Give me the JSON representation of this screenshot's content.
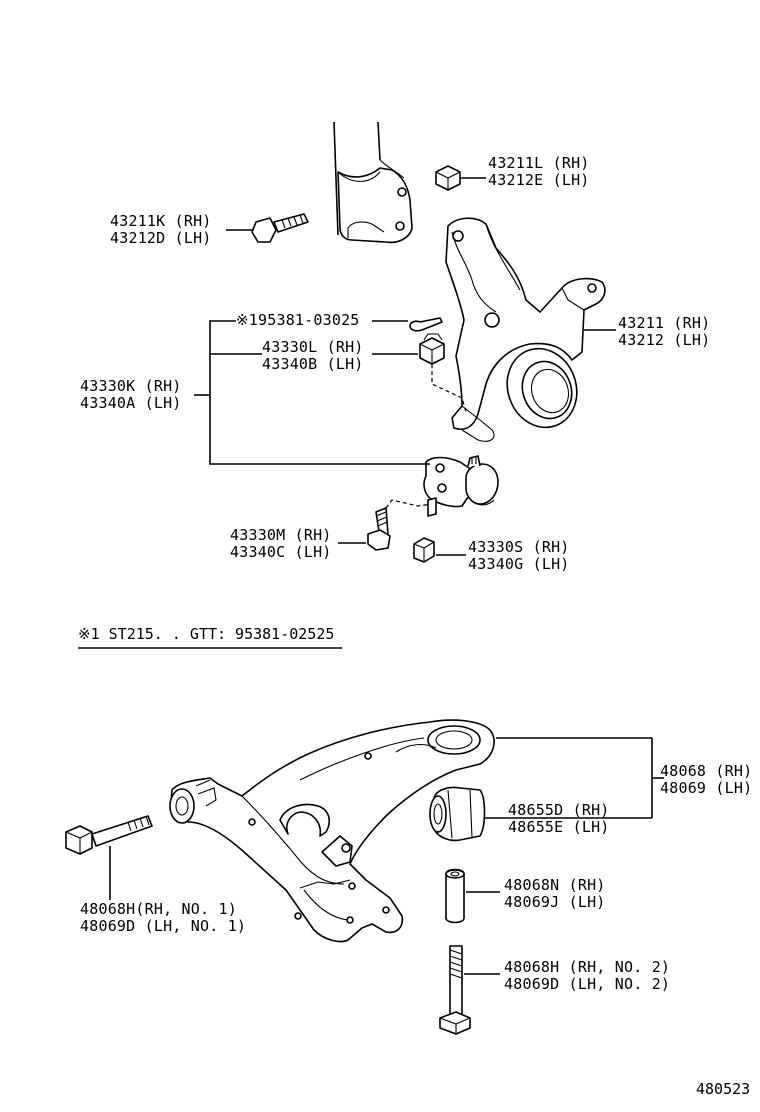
{
  "labels": {
    "bolt_upper_strut": [
      "43211K (RH)",
      "43212D (LH)"
    ],
    "nut_upper_strut": [
      "43211L (RH)",
      "43212E (LH)"
    ],
    "cotter_pin": "※195381-03025",
    "ball_joint_nut": [
      "43330L (RH)",
      "43340B (LH)"
    ],
    "ball_joint_assy": [
      "43330K (RH)",
      "43340A (LH)"
    ],
    "steering_knuckle": [
      "43211 (RH)",
      "43212 (LH)"
    ],
    "ball_joint_bolt": [
      "43330M (RH)",
      "43340C (LH)"
    ],
    "ball_joint_lower_nut": [
      "43330S (RH)",
      "43340G (LH)"
    ],
    "lower_arm": [
      "48068 (RH)",
      "48069 (LH)"
    ],
    "bushing": [
      "48655D (RH)",
      "48655E (LH)"
    ],
    "front_bolt": [
      "48068H(RH, NO. 1)",
      "48069D (LH, NO. 1)"
    ],
    "collar": [
      "48068N (RH)",
      "48069J (LH)"
    ],
    "rear_bolt": [
      "48068H (RH, NO. 2)",
      "48069D (LH, NO. 2)"
    ]
  },
  "footnote": "※1 ST215. . GTT: 95381-02525",
  "figure_number": "480523"
}
